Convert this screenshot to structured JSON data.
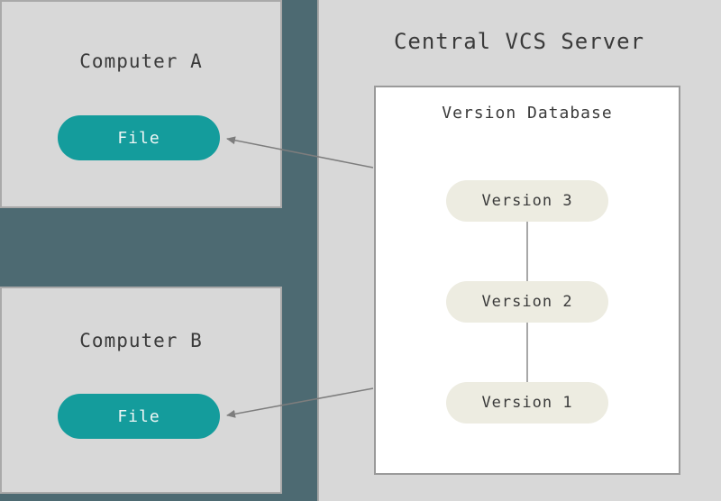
{
  "diagram": {
    "server_title": "Central VCS Server",
    "computer_a": {
      "label": "Computer A",
      "file_label": "File"
    },
    "computer_b": {
      "label": "Computer B",
      "file_label": "File"
    },
    "version_database": {
      "label": "Version Database",
      "versions": [
        {
          "label": "Version 3"
        },
        {
          "label": "Version 2"
        },
        {
          "label": "Version 1"
        }
      ]
    },
    "colors": {
      "background": "#4d6a72",
      "panel_fill": "#d8d8d8",
      "panel_border": "#a9a9a9",
      "database_fill": "#ffffff",
      "file_pill_fill": "#149c9c",
      "file_pill_text": "#eef6f5",
      "version_pill_fill": "#edece1",
      "text": "#3a3a3a",
      "arrow": "#7d7d7d"
    }
  }
}
